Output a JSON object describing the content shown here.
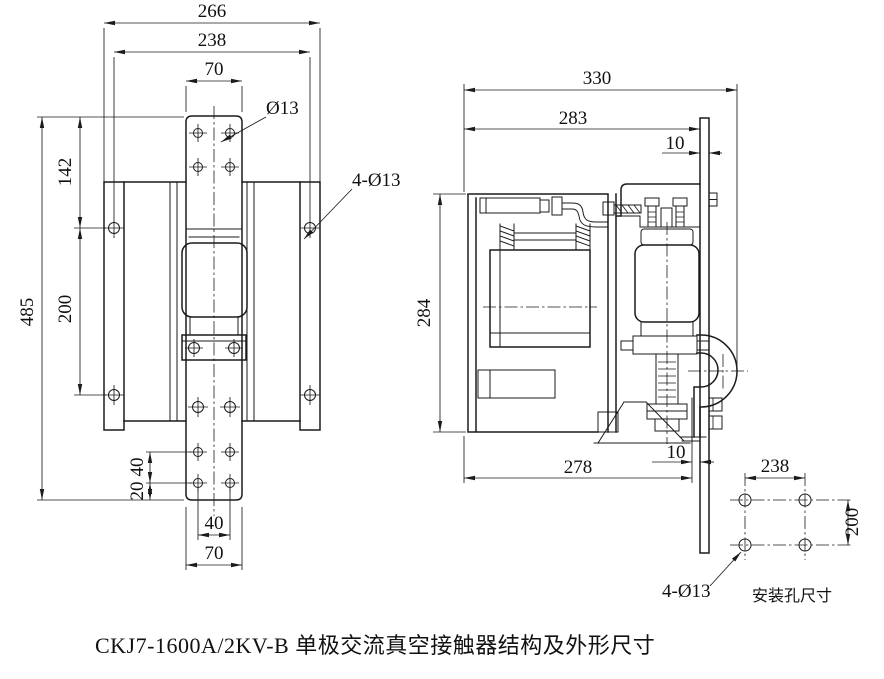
{
  "drawing": {
    "caption": "CKJ7-1600A/2KV-B 单极交流真空接触器结构及外形尺寸",
    "front_view": {
      "overall_width": "266",
      "hole_span_width": "238",
      "busbar_width": "70",
      "busbar_hole_dia": "Ø13",
      "side_hole_spec": "4-Ø13",
      "top_to_hole_height": "142",
      "overall_height": "485",
      "hole_span_height": "200",
      "lower_hole_pitch_v": "40",
      "lower_hole_bottom_offset": "20",
      "lower_hole_pitch_h": "40",
      "lower_busbar_width": "70"
    },
    "side_view": {
      "overall_depth": "330",
      "depth_to_plate": "283",
      "plate_thickness": "10",
      "overall_height": "284",
      "lower_depth": "278",
      "lower_plate_thickness": "10"
    },
    "mounting": {
      "hole_span_x": "238",
      "hole_span_y": "200",
      "hole_spec": "4-Ø13",
      "label": "安装孔尺寸"
    }
  }
}
